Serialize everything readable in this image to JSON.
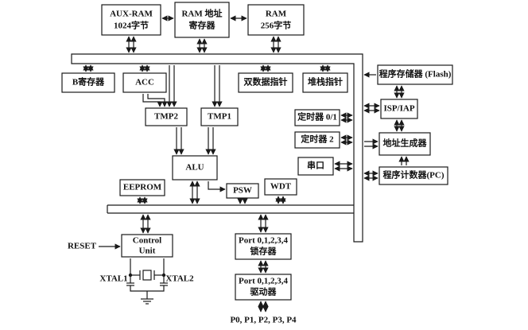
{
  "blocks": {
    "aux_ram": [
      "AUX-RAM",
      "1024字节"
    ],
    "ram_addr": [
      "RAM 地址",
      "寄存器"
    ],
    "ram": [
      "RAM",
      "256字节"
    ],
    "b_reg": "B寄存器",
    "acc": "ACC",
    "dptr": "双数据指针",
    "sp": "堆栈指针",
    "flash": "程序存储器 (Flash)",
    "isp": "ISP/IAP",
    "timer01": "定时器 0/1",
    "timer2": "定时器 2",
    "uart": "串口",
    "addr_gen": "地址生成器",
    "pc": "程序计数器(PC)",
    "tmp2": "TMP2",
    "tmp1": "TMP1",
    "alu": "ALU",
    "psw": "PSW",
    "wdt": "WDT",
    "eeprom": "EEPROM",
    "control_unit": [
      "Control",
      "Unit"
    ],
    "port_latch": [
      "Port 0,1,2,3,4",
      "锁存器"
    ],
    "port_driver": [
      "Port 0,1,2,3,4",
      "驱动器"
    ]
  },
  "labels": {
    "reset": "RESET",
    "xtal1": "XTAL1",
    "xtal2": "XTAL2",
    "pins": "P0, P1, P2, P3, P4"
  }
}
